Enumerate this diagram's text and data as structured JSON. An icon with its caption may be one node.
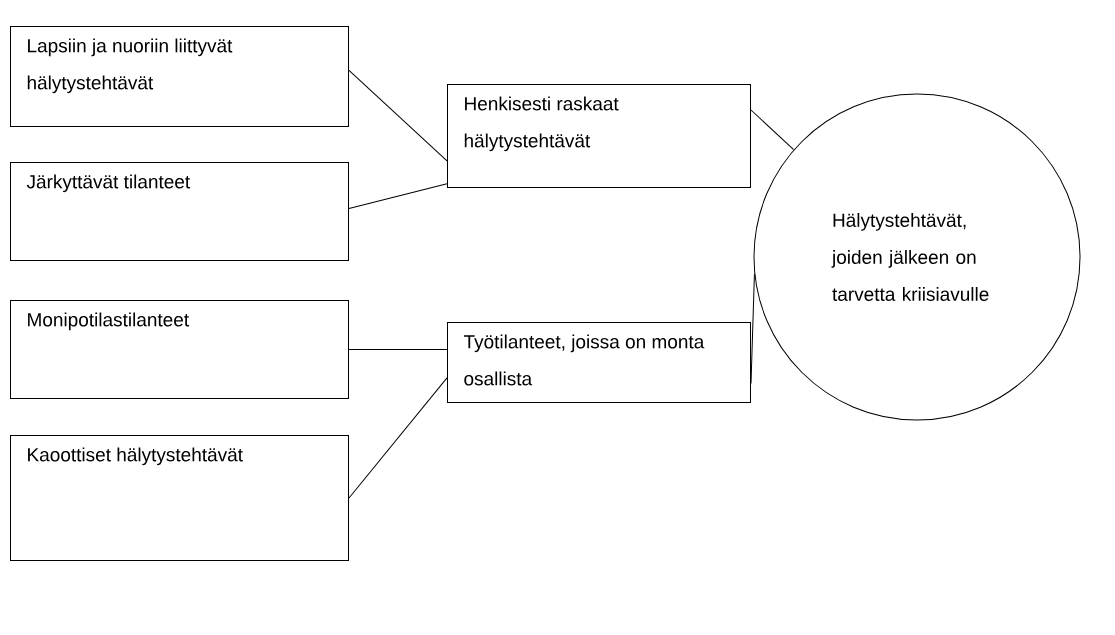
{
  "diagram": {
    "nodes": [
      {
        "text": [
          "Lapsiin ja nuoriin liittyvät hälytystehtävät"
        ]
      },
      {
        "text": [
          "Järkyttävät tilanteet"
        ]
      },
      {
        "text": [
          "Henkisesti raskaat hälytystehtävät"
        ]
      },
      {
        "text": [
          "Hälytystehtävät, joiden jälkeen on tarvetta kriisiavulle"
        ]
      },
      {
        "text": [
          "Monipotilastilanteet"
        ]
      },
      {
        "text": [
          "Työtilanteet, joissa on monta osallista"
        ]
      },
      {
        "text": [
          "Kaoottiset hälytystehtävät"
        ]
      }
    ],
    "edges": [
      {
        "from": 0,
        "to": 2,
        "arrow": "none"
      },
      {
        "from": 1,
        "to": 2,
        "arrow": "none"
      },
      {
        "from": 2,
        "to": 3,
        "arrow": "none"
      },
      {
        "from": 4,
        "to": 5,
        "arrow": "none"
      },
      {
        "from": 6,
        "to": 5,
        "arrow": "none"
      },
      {
        "from": 5,
        "to": 3,
        "arrow": "none"
      }
    ]
  }
}
